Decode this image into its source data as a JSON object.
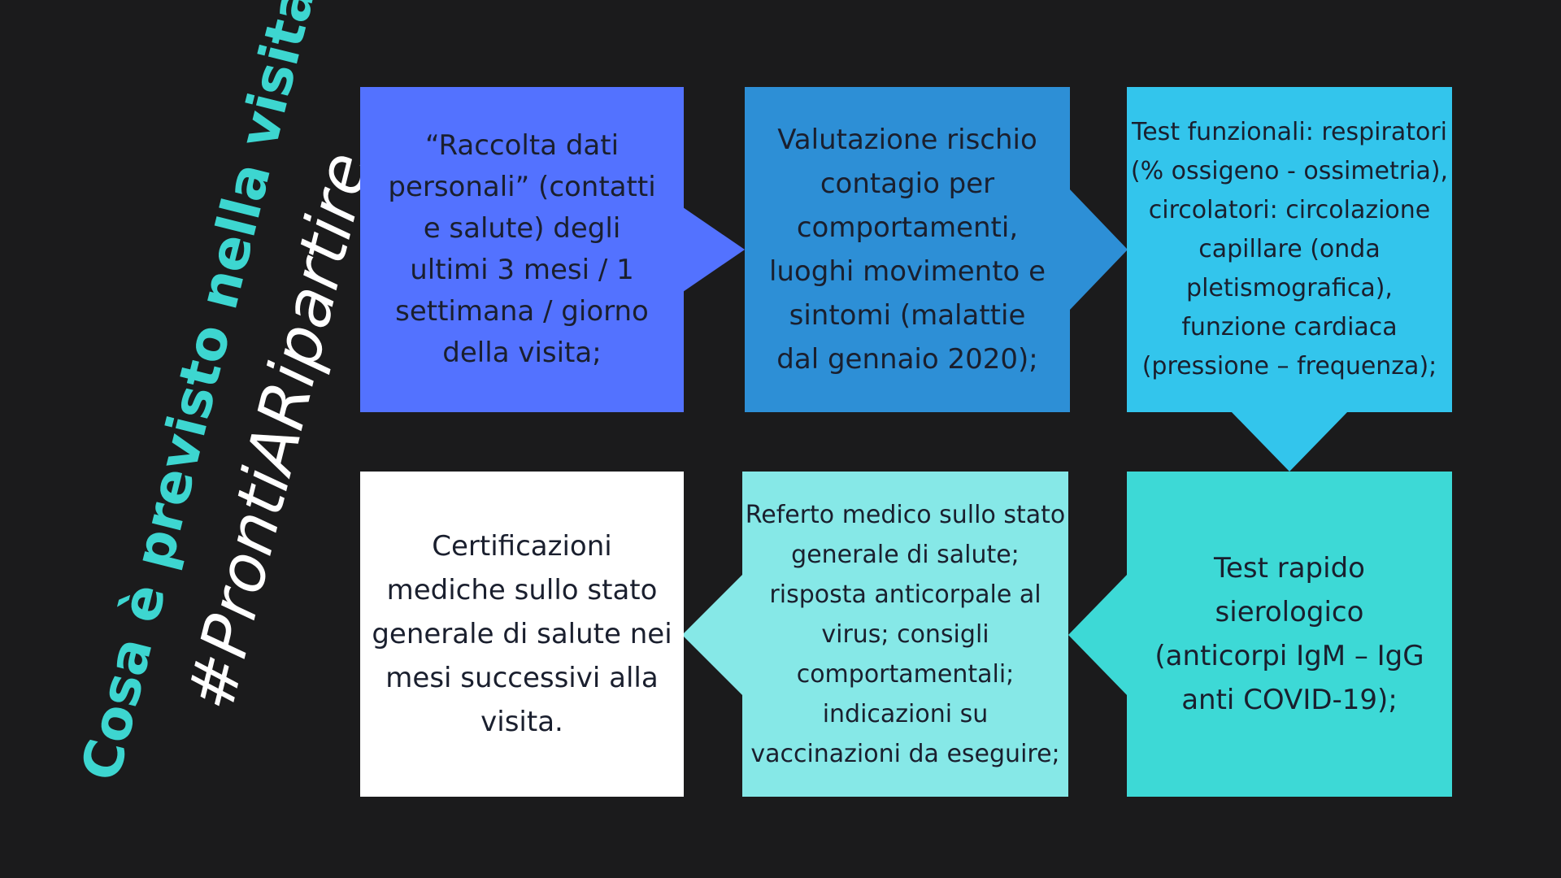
{
  "title": {
    "main": "Cosa è previsto nella visita",
    "hashtag": "#ProntiARipartire"
  },
  "colors": {
    "background": "#1b1b1c",
    "title": "#3dd6d0",
    "hashtag": "#ffffff",
    "text": "#1a1f2e",
    "step1": "#5372ff",
    "step2": "#2d8fd6",
    "step3": "#33c5ec",
    "step4": "#3dd9d6",
    "step5": "#86e8e7",
    "step6": "#ffffff"
  },
  "steps": [
    {
      "id": 1,
      "text": "“Raccolta dati\npersonali” (contatti\ne salute) degli\nultimi 3 mesi / 1\nsettimana / giorno\ndella visita;"
    },
    {
      "id": 2,
      "text": "Valutazione rischio\ncontagio per\ncomportamenti,\nluoghi movimento e\nsintomi (malattie\ndal gennaio 2020);"
    },
    {
      "id": 3,
      "text": "Test funzionali: respiratori\n(% ossigeno - ossimetria),\ncircolatori: circolazione\ncapillare (onda\npletismografica),\nfunzione cardiaca\n(pressione – frequenza);"
    },
    {
      "id": 4,
      "text": "Test rapido\nsierologico\n(anticorpi IgM – IgG\nanti COVID-19);"
    },
    {
      "id": 5,
      "text": "Referto medico sullo stato\ngenerale di salute;\nrisposta anticorpale al\nvirus; consigli\ncomportamentali;\nindicazioni su\nvaccinazioni da eseguire;"
    },
    {
      "id": 6,
      "text": "Certificazioni\nmediche sullo stato\ngenerale di salute nei\nmesi successivi alla\nvisita."
    }
  ]
}
